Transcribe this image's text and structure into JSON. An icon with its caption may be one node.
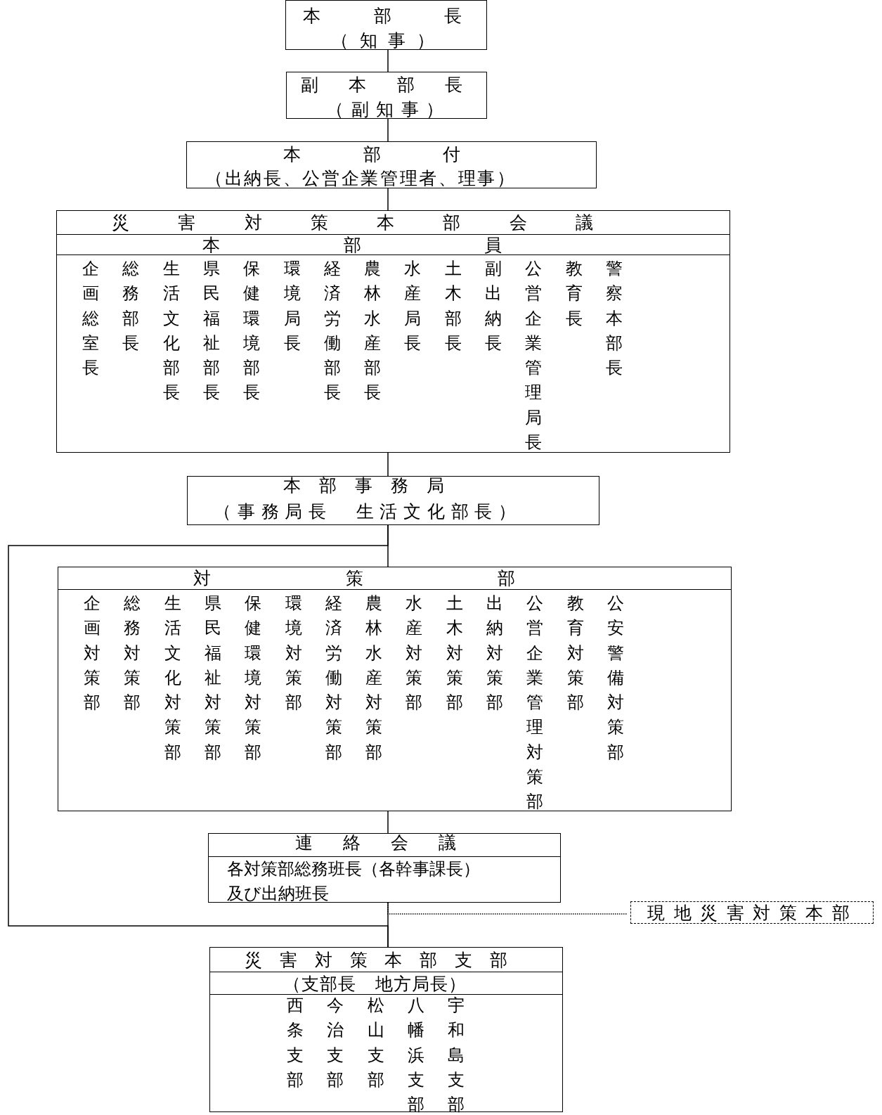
{
  "diagram": {
    "nodes": [
      {
        "text": [
          "本部長",
          "（知事）"
        ]
      },
      {
        "text": [
          "副本部長",
          "（副知事）"
        ]
      },
      {
        "text": [
          "本部付",
          "（出納長、公営企業管理者、理事）"
        ]
      },
      {
        "text": [
          "災害対策本部会議",
          "本部員",
          "企画総室長",
          "総務部長",
          "生活文化部長",
          "県民福祉部長",
          "保健環境部長",
          "環境局長",
          "経済労働部長",
          "農林水産部長",
          "水産局長",
          "土木部長",
          "副出納長",
          "公営企業管理局長",
          "教育長",
          "警察本部長"
        ]
      },
      {
        "text": [
          "本部事務局",
          "（事務局長　生活文化部長）"
        ]
      },
      {
        "text": [
          "対策部",
          "企画対策部",
          "総務対策部",
          "生活文化対策部",
          "県民福祉対策部",
          "保健環境対策部",
          "環境対策部",
          "経済労働対策部",
          "農林水産対策部",
          "水産対策部",
          "土木対策部",
          "出納対策部",
          "公営企業管理対策部",
          "教育対策部",
          "公安警備対策部"
        ]
      },
      {
        "text": [
          "連絡会議",
          "各対策部総務班長（各幹事課長）及び出納班長"
        ]
      },
      {
        "text": [
          "災害対策本部支部",
          "（支部長　地方局長）",
          "西条支部",
          "今治支部",
          "松山支部",
          "八幡浜支部",
          "宇和島支部"
        ]
      },
      {
        "text": [
          "現地災害対策本部"
        ]
      }
    ],
    "edges": [
      {
        "from": 0,
        "to": 1,
        "arrow": "none"
      },
      {
        "from": 1,
        "to": 2,
        "arrow": "none"
      },
      {
        "from": 2,
        "to": 3,
        "arrow": "none"
      },
      {
        "from": 3,
        "to": 4,
        "arrow": "none"
      },
      {
        "from": 4,
        "to": 5,
        "arrow": "none"
      },
      {
        "from": 5,
        "to": 6,
        "arrow": "none"
      },
      {
        "from": 6,
        "to": 7,
        "arrow": "none"
      },
      {
        "from": 4,
        "to": 7,
        "arrow": "none"
      },
      {
        "from": 6,
        "to": 8,
        "arrow": "none",
        "style": "dashed"
      }
    ]
  }
}
